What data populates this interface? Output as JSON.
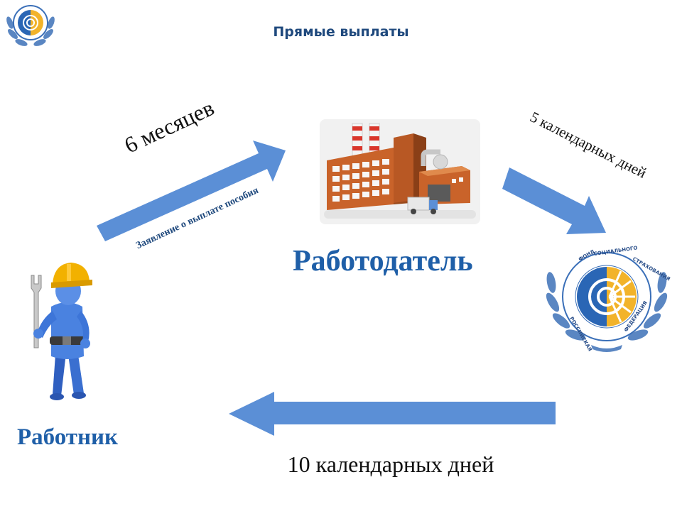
{
  "title": "Прямые выплаты",
  "nodes": {
    "worker": "Работник",
    "employer": "Работодатель"
  },
  "edges": {
    "worker_to_employer_period": "6 месяцев",
    "worker_to_employer_doc": "Заявление о выплате пособия",
    "employer_to_fss": "5 календарных дней",
    "fss_to_worker": "10 календарных  дней"
  },
  "logos": {
    "fss_logo_text": "ФОНД СОЦИАЛЬНОГО СТРАХОВАНИЯ РОССИЙСКАЯ ФЕДЕРАЦИЯ"
  },
  "colors": {
    "arrow": "#5b8fd6",
    "label_blue": "#1f5fa8",
    "title_blue": "#1f497d"
  }
}
